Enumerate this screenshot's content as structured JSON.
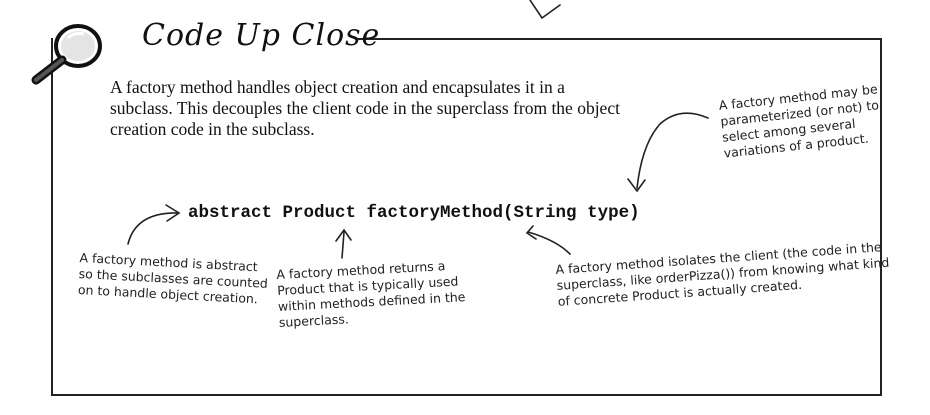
{
  "header": {
    "title": "Code Up Close"
  },
  "intro_text": "A factory method handles object creation and encapsulates it in a subclass.  This decouples the client code in the superclass from the object creation code in the subclass.",
  "code_line": "abstract Product factoryMethod(String type)",
  "annotations": {
    "parameterized": "A factory method may be parameterized (or not) to select among several variations of a product.",
    "abstract": "A factory method is abstract so the subclasses are counted on to handle object creation.",
    "returns": "A factory method returns a Product that is typically used within methods defined in the superclass.",
    "isolates": "A factory method isolates the client (the code in the superclass, like orderPizza()) from knowing what kind of concrete Product is actually created."
  }
}
